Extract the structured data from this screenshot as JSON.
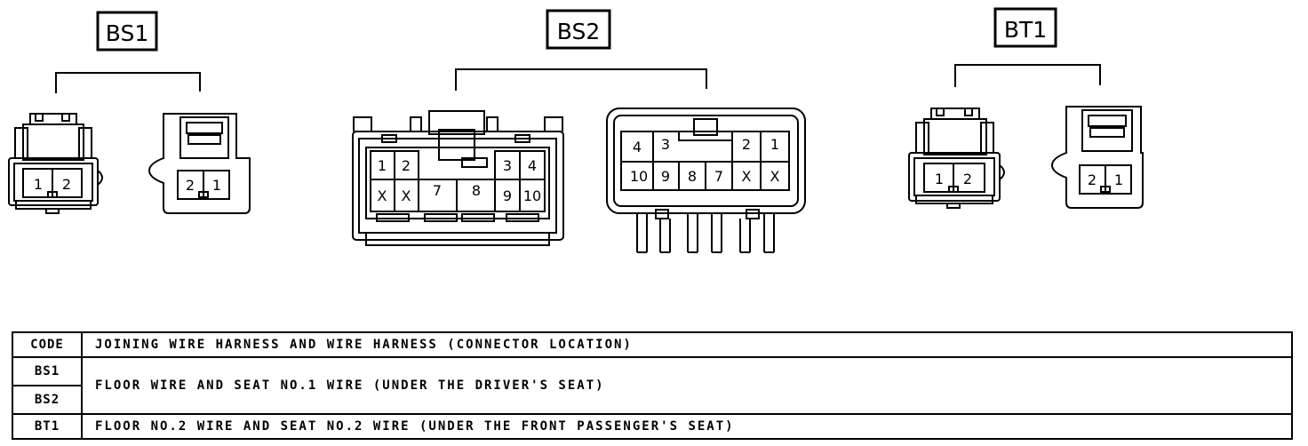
{
  "connectors": {
    "bs1": {
      "code": "BS1",
      "left_pins": [
        "1",
        "2"
      ],
      "right_pins": [
        "2",
        "1"
      ]
    },
    "bs2": {
      "code": "BS2",
      "left_top": [
        "1",
        "2",
        "3",
        "4"
      ],
      "left_bottom": [
        "X",
        "X",
        "7",
        "8",
        "9",
        "10"
      ],
      "right_top": [
        "4",
        "3",
        "2",
        "1"
      ],
      "right_bottom": [
        "10",
        "9",
        "8",
        "7",
        "X",
        "X"
      ]
    },
    "bt1": {
      "code": "BT1",
      "left_pins": [
        "1",
        "2"
      ],
      "right_pins": [
        "2",
        "1"
      ]
    }
  },
  "table": {
    "header": {
      "code": "CODE",
      "desc": "JOINING WIRE HARNESS AND WIRE HARNESS (CONNECTOR LOCATION)"
    },
    "rows": [
      {
        "codes": [
          "BS1",
          "BS2"
        ],
        "desc": "FLOOR WIRE AND SEAT NO.1 WIRE (UNDER THE DRIVER'S SEAT)"
      },
      {
        "codes": [
          "BT1"
        ],
        "desc": "FLOOR NO.2 WIRE AND SEAT NO.2 WIRE (UNDER THE FRONT PASSENGER'S SEAT)"
      }
    ]
  }
}
